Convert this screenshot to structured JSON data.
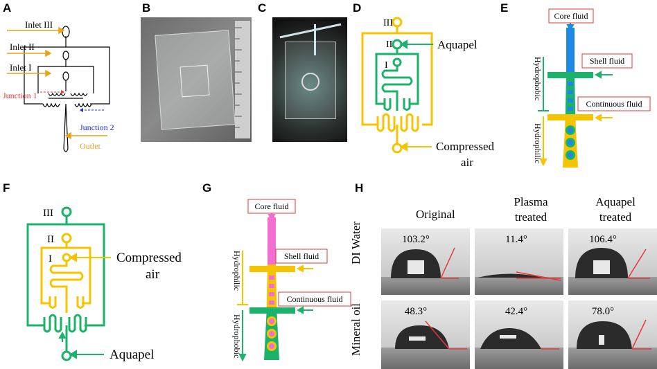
{
  "panels": {
    "a": "A",
    "b": "B",
    "c": "C",
    "d": "D",
    "e": "E",
    "f": "F",
    "g": "G",
    "h": "H"
  },
  "colors": {
    "yellow": "#f5c400",
    "green": "#1bb36b",
    "blue": "#1e88e5",
    "pink": "#f06fd0",
    "red": "#e53935",
    "orange": "#e8a317",
    "navy": "#1a2fd6"
  },
  "panel_a": {
    "inlet3": "Inlet III",
    "inlet2": "Inlet II",
    "inlet1": "Inlet I",
    "junction1": "Junction 1",
    "junction2": "Junction 2",
    "outlet": "Outlet"
  },
  "panel_d": {
    "label3": "III",
    "label2": "II",
    "label1": "I",
    "aquapel": "Aquapel",
    "compressed": "Compressed",
    "air": "air"
  },
  "panel_e": {
    "core": "Core fluid",
    "shell": "Shell fluid",
    "continuous": "Continuous fluid",
    "hydrophobic": "Hydrophobic",
    "hydrophilic": "Hydrophilic"
  },
  "panel_f": {
    "label3": "III",
    "label2": "II",
    "label1": "I",
    "compressed": "Compressed",
    "air": "air",
    "aquapel": "Aquapel"
  },
  "panel_g": {
    "core": "Core fluid",
    "shell": "Shell fluid",
    "continuous": "Continuous fluid",
    "hydrophilic": "Hydrophilic",
    "hydrophobic": "Hydrophobic"
  },
  "panel_h": {
    "col_original": "Original",
    "col_plasma_1": "Plasma",
    "col_plasma_2": "treated",
    "col_aquapel_1": "Aquapel",
    "col_aquapel_2": "treated",
    "row_water": "DI Water",
    "row_oil": "Mineral oil",
    "angles": {
      "water_original": "103.2°",
      "water_plasma": "11.4°",
      "water_aquapel": "106.4°",
      "oil_original": "48.3°",
      "oil_plasma": "42.4°",
      "oil_aquapel": "78.0°"
    }
  }
}
